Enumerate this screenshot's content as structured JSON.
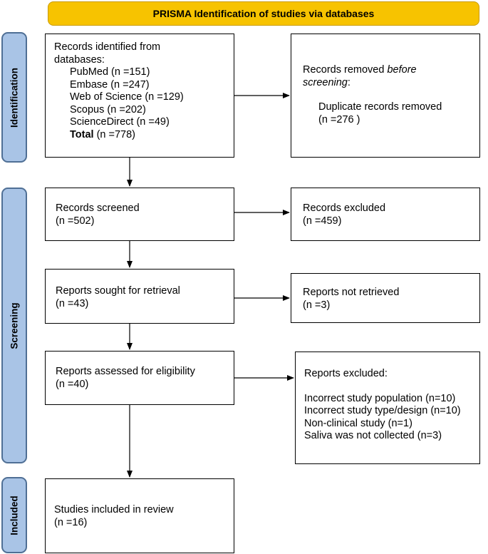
{
  "header": "PRISMA Identification of studies via databases",
  "phases": {
    "identification": "Identification",
    "screening": "Screening",
    "included": "Included"
  },
  "identified": {
    "title_line1": "Records identified from",
    "title_line2": "databases:",
    "sources": [
      "PubMed (n =151)",
      "Embase (n =247)",
      "Web of Science (n =129)",
      "Scopus (n =202)",
      "ScienceDirect (n =49)"
    ],
    "total_label": "Total",
    "total_value": " (n =778)"
  },
  "removed": {
    "line1_plain": "Records removed ",
    "line1_italic": "before",
    "line2_italic": "screening",
    "line2_plain": ":",
    "detail_line1": "Duplicate records removed",
    "detail_line2": "(n =276 )"
  },
  "screened": {
    "label": "Records screened",
    "count": "(n =502)"
  },
  "excluded": {
    "label": "Records excluded",
    "count": "(n =459)"
  },
  "sought": {
    "label": "Reports sought for retrieval",
    "count": "(n =43)"
  },
  "not_retrieved": {
    "label": "Reports not retrieved",
    "count": "(n =3)"
  },
  "assessed": {
    "label": "Reports assessed for eligibility",
    "count": "(n =40)"
  },
  "reports_excluded": {
    "title": "Reports excluded:",
    "reasons": [
      "Incorrect study population (n=10)",
      "Incorrect study type/design (n=10)",
      "Non-clinical study (n=1)",
      "Saliva was not collected (n=3)"
    ]
  },
  "included": {
    "label": "Studies included in review",
    "count": "(n =16)"
  }
}
